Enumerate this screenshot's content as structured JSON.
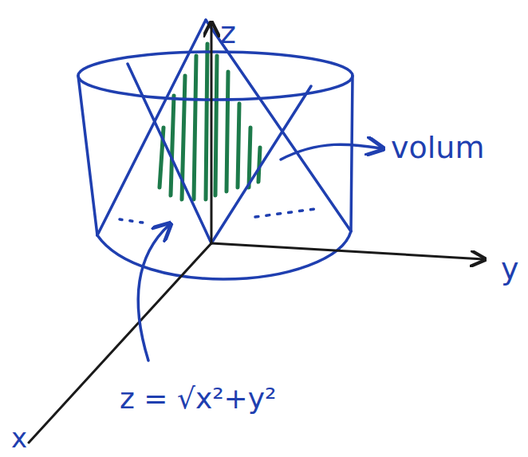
{
  "diagram": {
    "labels": [
      "z",
      "y",
      "x",
      "volum",
      "z = √x²+y²"
    ]
  }
}
